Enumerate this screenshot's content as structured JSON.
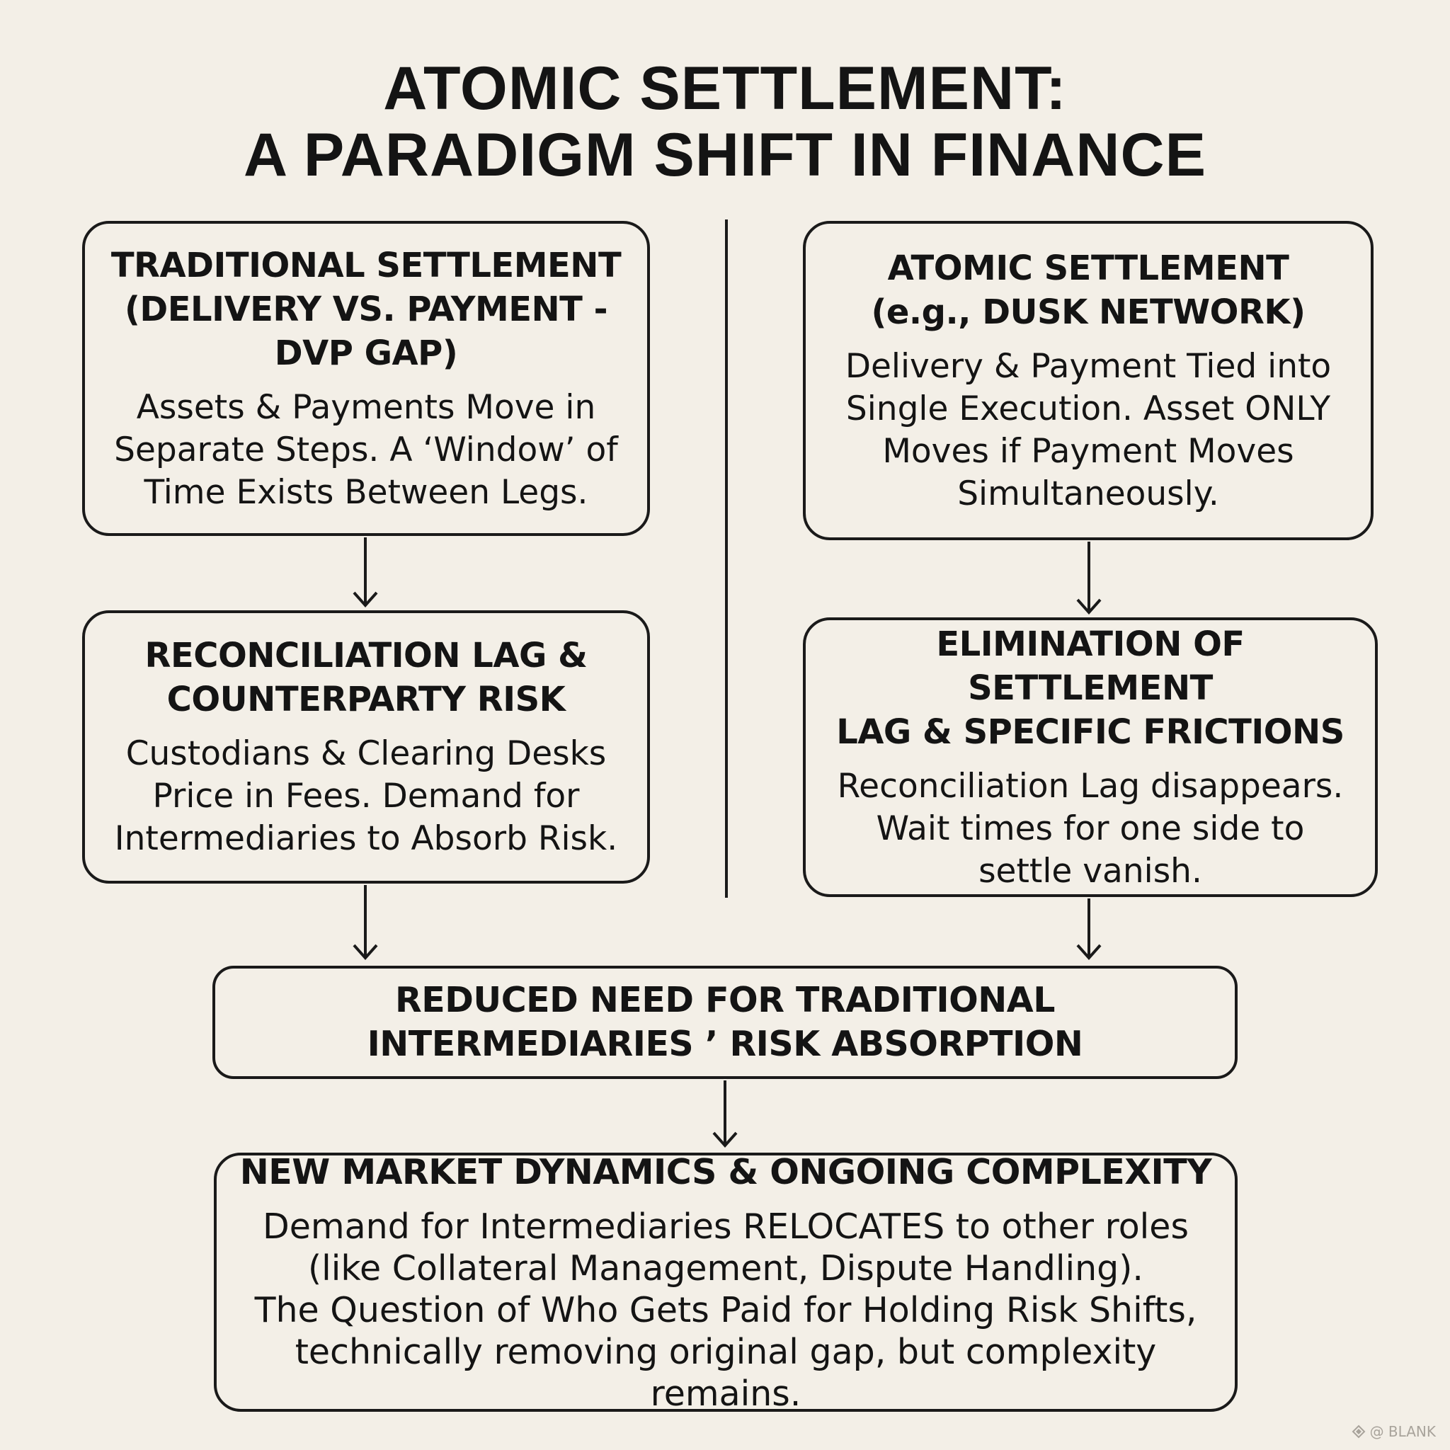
{
  "title": {
    "line1": "ATOMIC SETTLEMENT:",
    "line2": "A PARADIGM SHIFT IN FINANCE"
  },
  "left": {
    "box1": {
      "title": "TRADITIONAL SETTLEMENT\n(DELIVERY VS. PAYMENT -\nDVP GAP)",
      "body": "Assets & Payments Move in\nSeparate Steps. A ‘Window’ of\nTime Exists Between Legs."
    },
    "box2": {
      "title": "RECONCILIATION LAG &\nCOUNTERPARTY RISK",
      "body": "Custodians & Clearing Desks\nPrice in Fees. Demand for\nIntermediaries to Absorb Risk."
    }
  },
  "right": {
    "box1": {
      "title": "ATOMIC SETTLEMENT\n(e.g., DUSK NETWORK)",
      "body": "Delivery & Payment Tied into\nSingle Execution. Asset ONLY\nMoves if Payment Moves\nSimultaneously."
    },
    "box2": {
      "title": "ELIMINATION OF SETTLEMENT\nLAG & SPECIFIC FRICTIONS",
      "body": "Reconciliation Lag disappears.\nWait times for one side to\nsettle vanish."
    }
  },
  "merge": {
    "title": "REDUCED NEED FOR TRADITIONAL\nINTERMEDIARIES ’ RISK ABSORPTION"
  },
  "final": {
    "title": "NEW MARKET DYNAMICS & ONGOING COMPLEXITY",
    "body": "Demand for Intermediaries RELOCATES to other roles\n(like Collateral Management, Dispute Handling).\nThe Question of Who Gets Paid for Holding Risk Shifts,\ntechnically removing original gap, but complexity remains."
  },
  "watermark": {
    "text": "@ BLANK",
    "icon": "watermark-logo-icon"
  }
}
